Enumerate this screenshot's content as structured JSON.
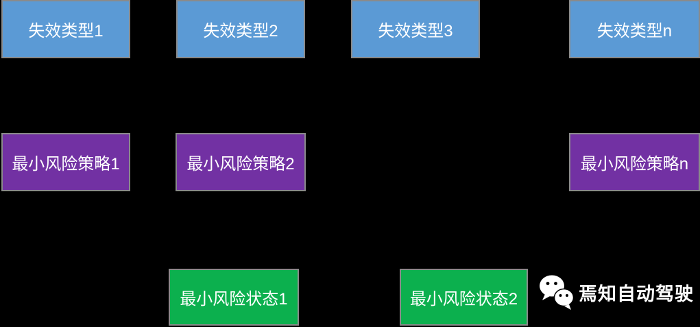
{
  "diagram": {
    "failure_types": [
      {
        "label": "失效类型1"
      },
      {
        "label": "失效类型2"
      },
      {
        "label": "失效类型3"
      },
      {
        "label": "失效类型n"
      }
    ],
    "min_risk_strategies": [
      {
        "label": "最小风险策略1"
      },
      {
        "label": "最小风险策略2"
      },
      {
        "label": "最小风险策略n"
      }
    ],
    "min_risk_states": [
      {
        "label": "最小风险状态1"
      },
      {
        "label": "最小风险状态2"
      }
    ],
    "colors": {
      "failure_type_fill": "#5b9ad5",
      "strategy_fill": "#7231a3",
      "state_fill": "#0cb04e",
      "node_border": "#8a8a8a",
      "background": "#000000",
      "text": "#ffffff"
    }
  },
  "watermark": {
    "icon": "wechat-logo-icon",
    "text": "焉知自动驾驶"
  }
}
